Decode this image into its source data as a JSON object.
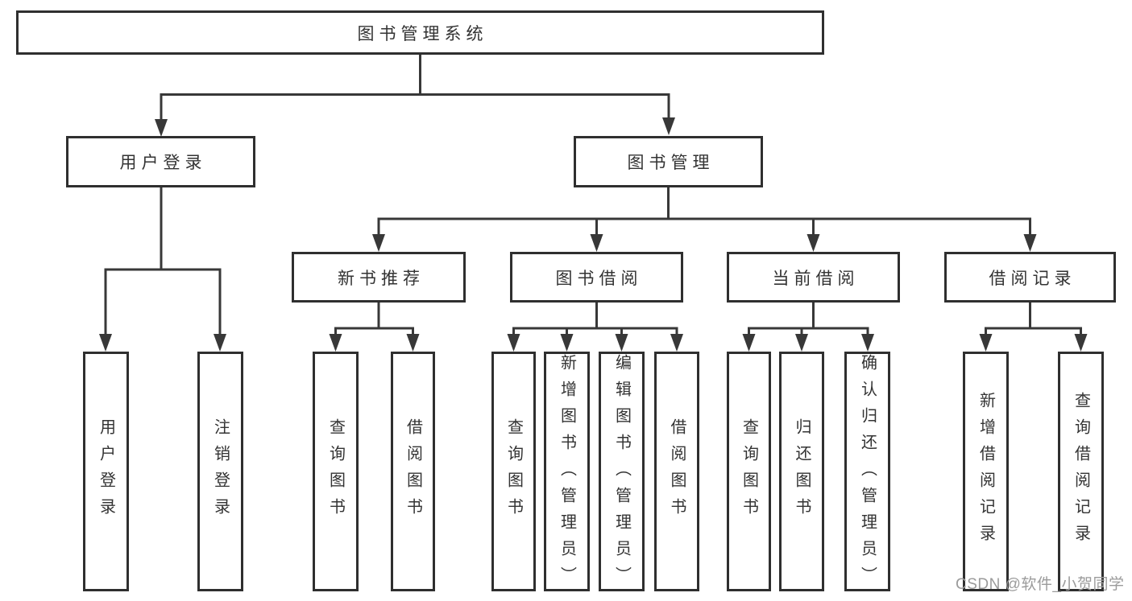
{
  "tree": {
    "label": "图书管理系统",
    "children": [
      {
        "label": "用户登录",
        "children": [
          {
            "label": "用户登录"
          },
          {
            "label": "注销登录"
          }
        ]
      },
      {
        "label": "图书管理",
        "children": [
          {
            "label": "新书推荐",
            "children": [
              {
                "label": "查询图书"
              },
              {
                "label": "借阅图书"
              }
            ]
          },
          {
            "label": "图书借阅",
            "children": [
              {
                "label": "查询图书"
              },
              {
                "label": "新增图书（管理员）"
              },
              {
                "label": "编辑图书（管理员）"
              },
              {
                "label": "借阅图书"
              }
            ]
          },
          {
            "label": "当前借阅",
            "children": [
              {
                "label": "查询图书"
              },
              {
                "label": "归还图书"
              },
              {
                "label": "确认归还（管理员）"
              }
            ]
          },
          {
            "label": "借阅记录",
            "children": [
              {
                "label": "新增借阅记录"
              },
              {
                "label": "查询借阅记录"
              }
            ]
          }
        ]
      }
    ]
  },
  "watermark": {
    "text": "CSDN @软件_小贺同学"
  },
  "colors": {
    "line": "#383838",
    "box_border": "#2f2f2f",
    "text": "#333333",
    "watermark": "#9b9b9b",
    "background": "#ffffff"
  }
}
